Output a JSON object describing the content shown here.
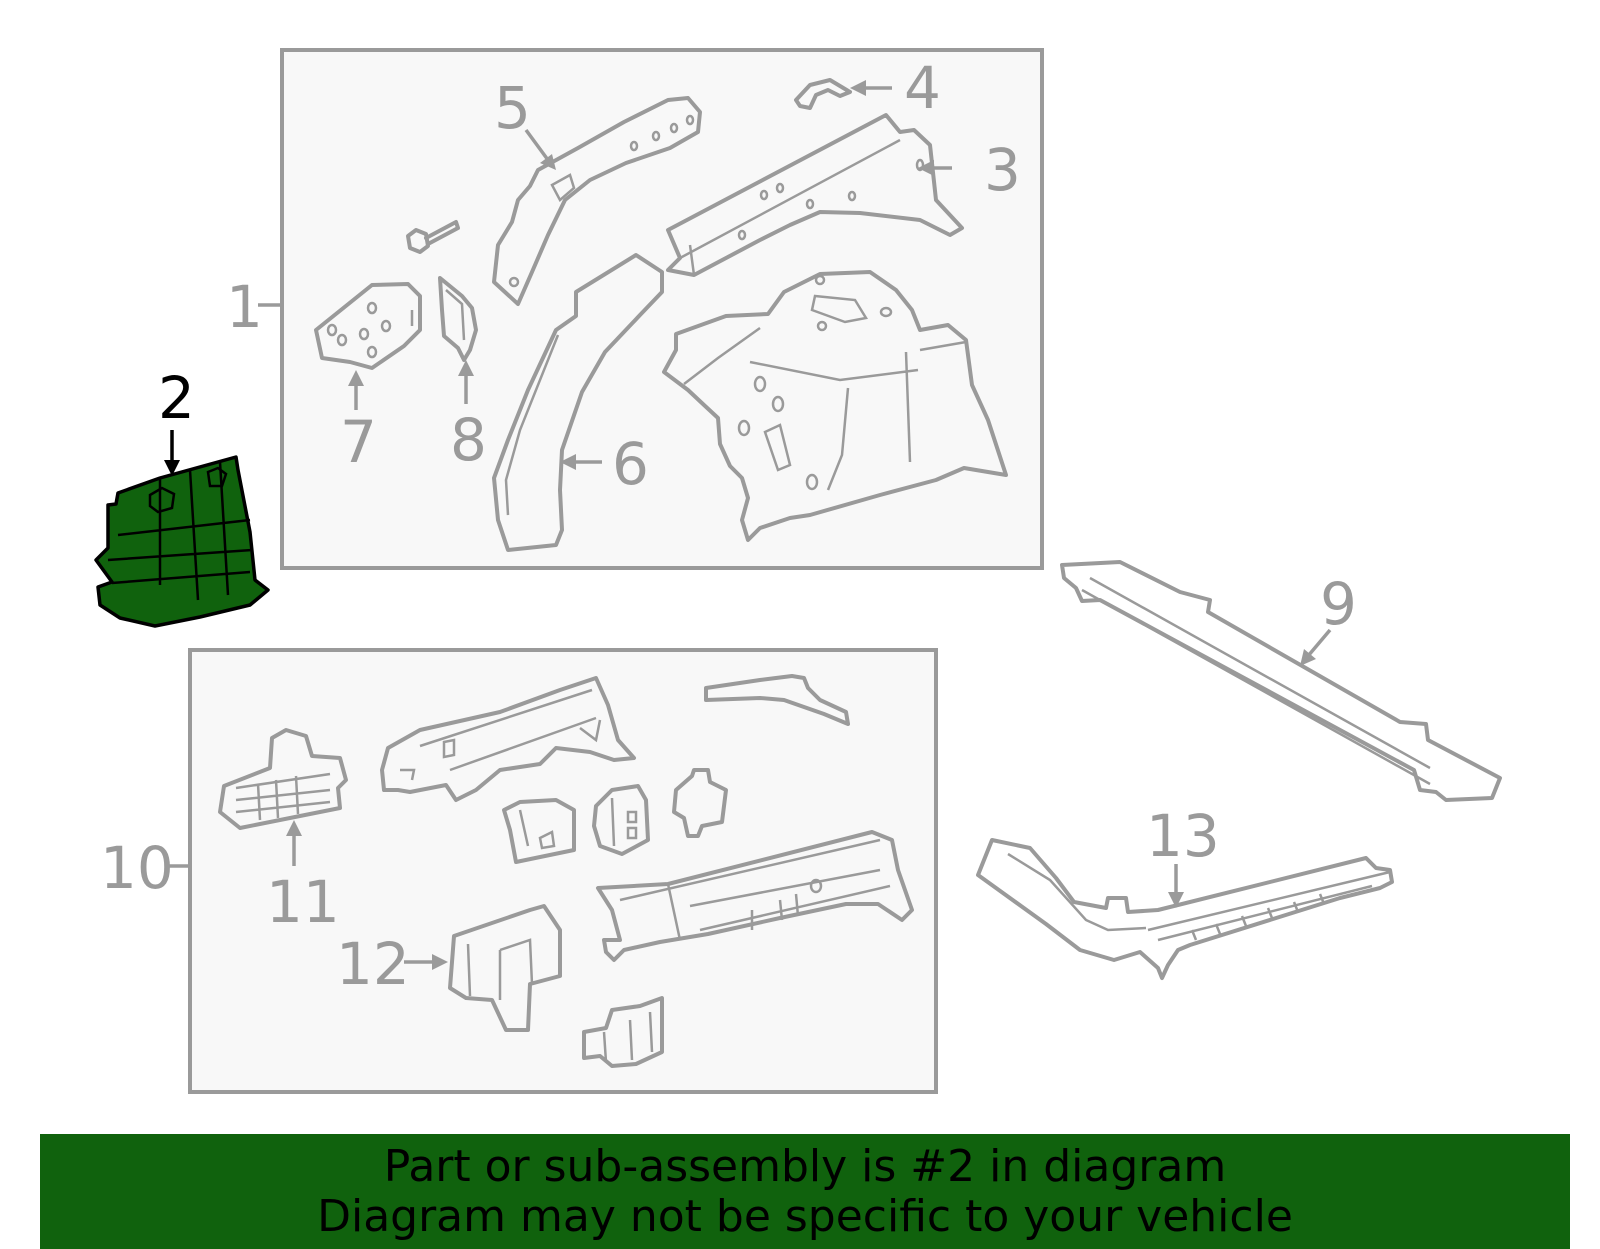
{
  "diagram": {
    "callouts": [
      {
        "id": "1",
        "label": "1"
      },
      {
        "id": "2",
        "label": "2",
        "highlighted": true
      },
      {
        "id": "3",
        "label": "3"
      },
      {
        "id": "4",
        "label": "4"
      },
      {
        "id": "5",
        "label": "5"
      },
      {
        "id": "6",
        "label": "6"
      },
      {
        "id": "7",
        "label": "7"
      },
      {
        "id": "8",
        "label": "8"
      },
      {
        "id": "9",
        "label": "9"
      },
      {
        "id": "10",
        "label": "10"
      },
      {
        "id": "11",
        "label": "11"
      },
      {
        "id": "12",
        "label": "12"
      },
      {
        "id": "13",
        "label": "13"
      }
    ],
    "highlight_color": "#10620d",
    "line_color": "#9a9a9a",
    "group_box_fill": "#f8f8f8"
  },
  "banner": {
    "line1": "Part or sub-assembly is #2 in diagram",
    "line2": "Diagram may not be specific to your vehicle",
    "background": "#10620d"
  }
}
